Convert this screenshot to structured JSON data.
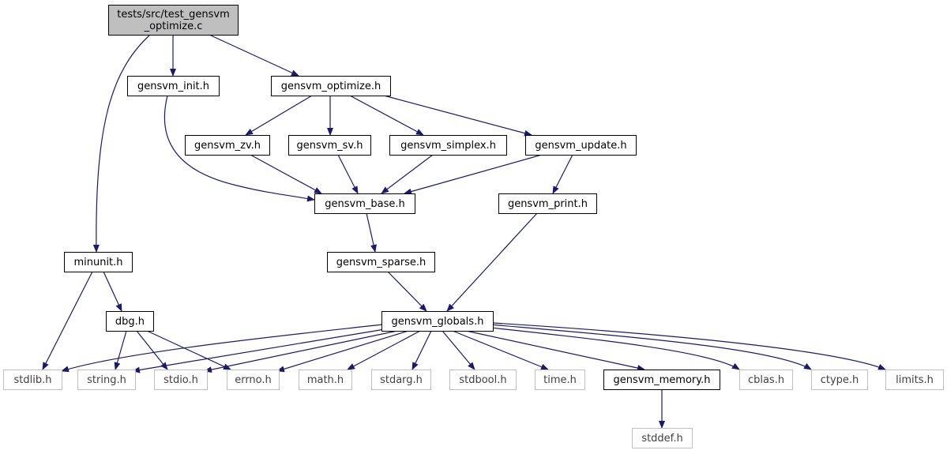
{
  "diagram": {
    "colors": {
      "edge": "#191970",
      "root_fill": "#bfbfbf",
      "node_border": "#000000",
      "external_border": "#bfbfbf",
      "text": "#000000",
      "external_text": "#404040",
      "background": "#ffffff"
    },
    "nodes": [
      {
        "id": "root",
        "lines": [
          "tests/src/test_gensvm",
          "_optimize.c"
        ],
        "kind": "root"
      },
      {
        "id": "gensvm_init",
        "lines": [
          "gensvm_init.h"
        ],
        "kind": "internal"
      },
      {
        "id": "gensvm_optimize",
        "lines": [
          "gensvm_optimize.h"
        ],
        "kind": "internal"
      },
      {
        "id": "gensvm_zv",
        "lines": [
          "gensvm_zv.h"
        ],
        "kind": "internal"
      },
      {
        "id": "gensvm_sv",
        "lines": [
          "gensvm_sv.h"
        ],
        "kind": "internal"
      },
      {
        "id": "gensvm_simplex",
        "lines": [
          "gensvm_simplex.h"
        ],
        "kind": "internal"
      },
      {
        "id": "gensvm_update",
        "lines": [
          "gensvm_update.h"
        ],
        "kind": "internal"
      },
      {
        "id": "gensvm_base",
        "lines": [
          "gensvm_base.h"
        ],
        "kind": "internal"
      },
      {
        "id": "gensvm_print",
        "lines": [
          "gensvm_print.h"
        ],
        "kind": "internal"
      },
      {
        "id": "minunit",
        "lines": [
          "minunit.h"
        ],
        "kind": "internal"
      },
      {
        "id": "gensvm_sparse",
        "lines": [
          "gensvm_sparse.h"
        ],
        "kind": "internal"
      },
      {
        "id": "dbg",
        "lines": [
          "dbg.h"
        ],
        "kind": "internal"
      },
      {
        "id": "gensvm_globals",
        "lines": [
          "gensvm_globals.h"
        ],
        "kind": "internal"
      },
      {
        "id": "stdlib",
        "lines": [
          "stdlib.h"
        ],
        "kind": "external"
      },
      {
        "id": "string",
        "lines": [
          "string.h"
        ],
        "kind": "external"
      },
      {
        "id": "stdio",
        "lines": [
          "stdio.h"
        ],
        "kind": "external"
      },
      {
        "id": "errno",
        "lines": [
          "errno.h"
        ],
        "kind": "external"
      },
      {
        "id": "math",
        "lines": [
          "math.h"
        ],
        "kind": "external"
      },
      {
        "id": "stdarg",
        "lines": [
          "stdarg.h"
        ],
        "kind": "external"
      },
      {
        "id": "stdbool",
        "lines": [
          "stdbool.h"
        ],
        "kind": "external"
      },
      {
        "id": "time",
        "lines": [
          "time.h"
        ],
        "kind": "external"
      },
      {
        "id": "gensvm_memory",
        "lines": [
          "gensvm_memory.h"
        ],
        "kind": "internal"
      },
      {
        "id": "cblas",
        "lines": [
          "cblas.h"
        ],
        "kind": "external"
      },
      {
        "id": "ctype",
        "lines": [
          "ctype.h"
        ],
        "kind": "external"
      },
      {
        "id": "limits",
        "lines": [
          "limits.h"
        ],
        "kind": "external"
      },
      {
        "id": "stddef",
        "lines": [
          "stddef.h"
        ],
        "kind": "external"
      }
    ],
    "edges": [
      {
        "from": "root",
        "to": "minunit"
      },
      {
        "from": "root",
        "to": "gensvm_init"
      },
      {
        "from": "root",
        "to": "gensvm_optimize"
      },
      {
        "from": "gensvm_init",
        "to": "gensvm_base"
      },
      {
        "from": "gensvm_optimize",
        "to": "gensvm_zv"
      },
      {
        "from": "gensvm_optimize",
        "to": "gensvm_sv"
      },
      {
        "from": "gensvm_optimize",
        "to": "gensvm_simplex"
      },
      {
        "from": "gensvm_optimize",
        "to": "gensvm_update"
      },
      {
        "from": "gensvm_zv",
        "to": "gensvm_base"
      },
      {
        "from": "gensvm_sv",
        "to": "gensvm_base"
      },
      {
        "from": "gensvm_simplex",
        "to": "gensvm_base"
      },
      {
        "from": "gensvm_update",
        "to": "gensvm_base"
      },
      {
        "from": "gensvm_update",
        "to": "gensvm_print"
      },
      {
        "from": "gensvm_base",
        "to": "gensvm_sparse"
      },
      {
        "from": "gensvm_sparse",
        "to": "gensvm_globals"
      },
      {
        "from": "gensvm_print",
        "to": "gensvm_globals"
      },
      {
        "from": "minunit",
        "to": "stdlib"
      },
      {
        "from": "minunit",
        "to": "dbg"
      },
      {
        "from": "dbg",
        "to": "string"
      },
      {
        "from": "dbg",
        "to": "stdio"
      },
      {
        "from": "dbg",
        "to": "errno"
      },
      {
        "from": "gensvm_globals",
        "to": "stdlib"
      },
      {
        "from": "gensvm_globals",
        "to": "string"
      },
      {
        "from": "gensvm_globals",
        "to": "stdio"
      },
      {
        "from": "gensvm_globals",
        "to": "errno"
      },
      {
        "from": "gensvm_globals",
        "to": "math"
      },
      {
        "from": "gensvm_globals",
        "to": "stdarg"
      },
      {
        "from": "gensvm_globals",
        "to": "stdbool"
      },
      {
        "from": "gensvm_globals",
        "to": "time"
      },
      {
        "from": "gensvm_globals",
        "to": "gensvm_memory"
      },
      {
        "from": "gensvm_globals",
        "to": "cblas"
      },
      {
        "from": "gensvm_globals",
        "to": "ctype"
      },
      {
        "from": "gensvm_globals",
        "to": "limits"
      },
      {
        "from": "gensvm_memory",
        "to": "stddef"
      }
    ]
  }
}
